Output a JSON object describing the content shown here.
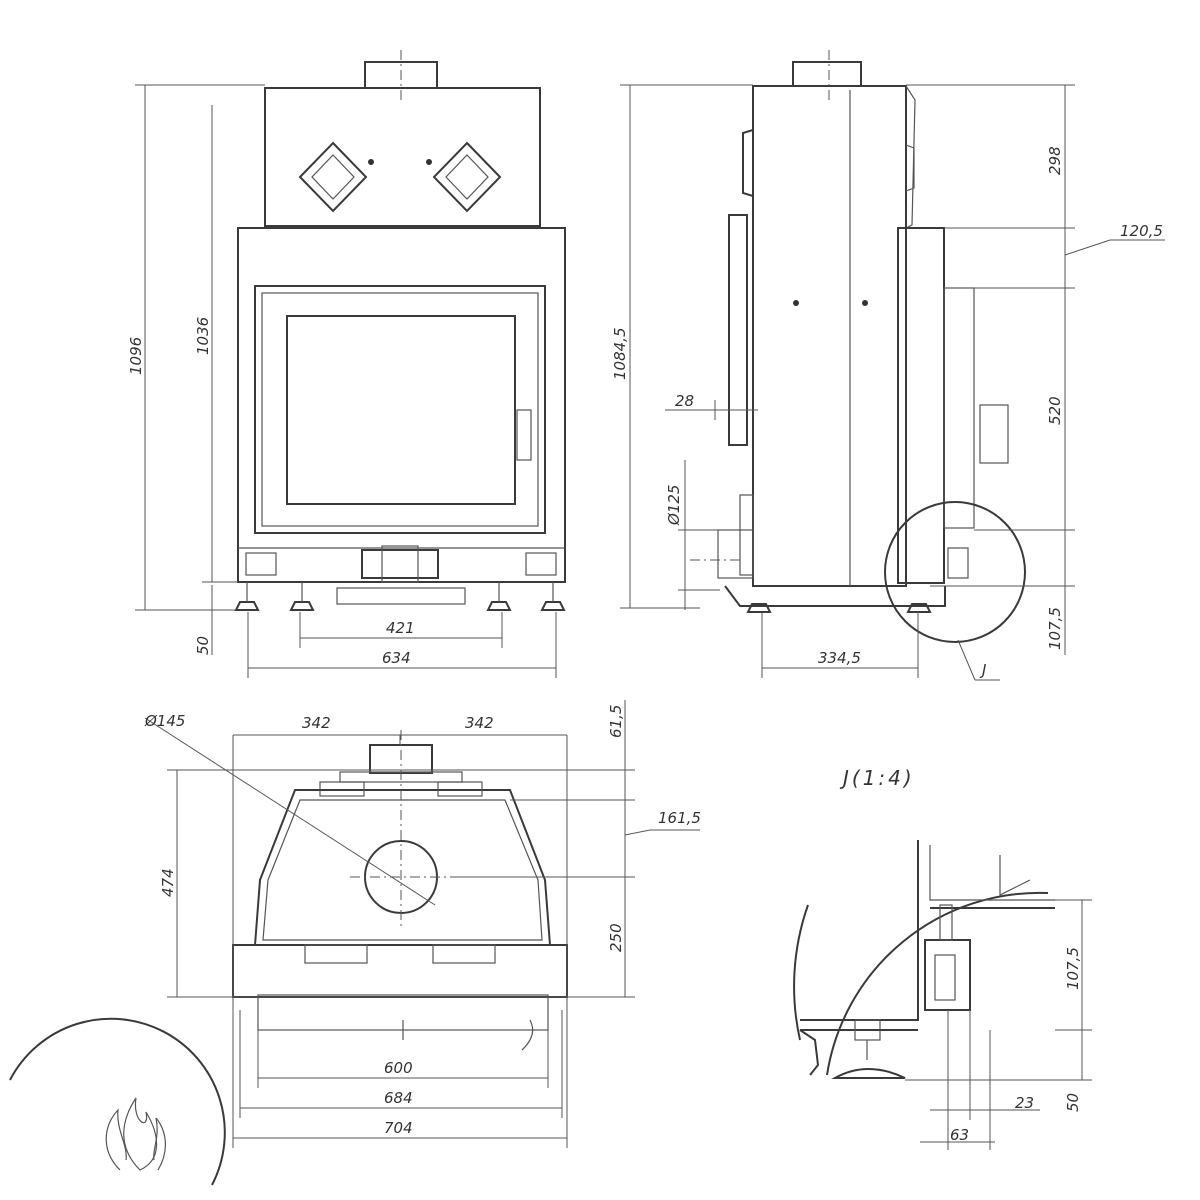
{
  "front_view": {
    "height_total": "1096",
    "height_body": "1036",
    "feet_height": "50",
    "feet_spacing": "421",
    "width": "634"
  },
  "side_view": {
    "height": "1084,5",
    "top_section": "298",
    "offset_1": "120,5",
    "door_height": "520",
    "bottom": "107,5",
    "depth": "334,5",
    "gap": "28",
    "inlet_diameter": "Ø125",
    "detail_marker": "J"
  },
  "top_view": {
    "flue_diameter": "Ø145",
    "half_left": "342",
    "half_right": "342",
    "offset_top": "61,5",
    "offset_side": "161,5",
    "depth_total": "474",
    "depth_front": "250",
    "width_glass": "600",
    "width_frame": "684",
    "width_total": "704"
  },
  "detail_view": {
    "title": "J(1:4)",
    "height": "107,5",
    "feet": "50",
    "inner": "23",
    "outer": "63"
  },
  "logo": {
    "icon": "flame-icon"
  }
}
